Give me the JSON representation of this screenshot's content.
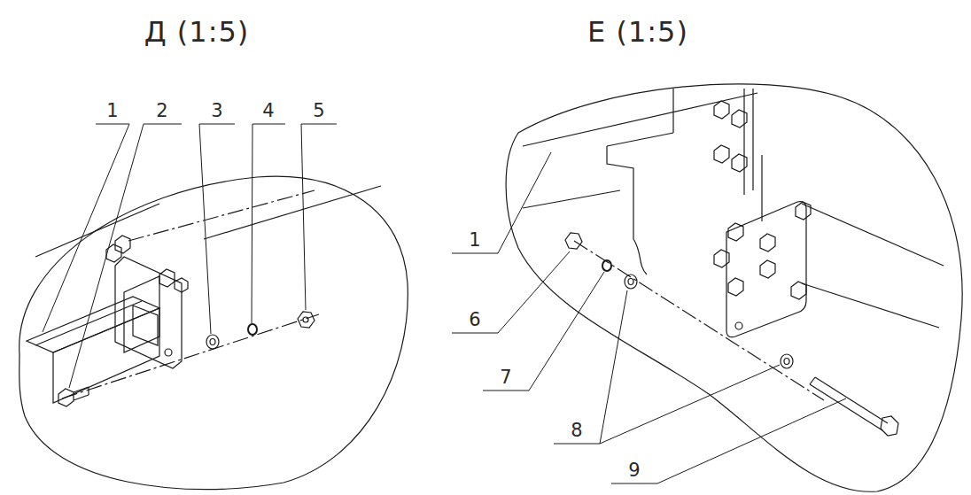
{
  "diagram": {
    "labels": [
      "Д (1:5)",
      "Е (1:5)",
      "1",
      "2",
      "3",
      "4",
      "5",
      "1",
      "6",
      "7",
      "8",
      "9"
    ]
  }
}
